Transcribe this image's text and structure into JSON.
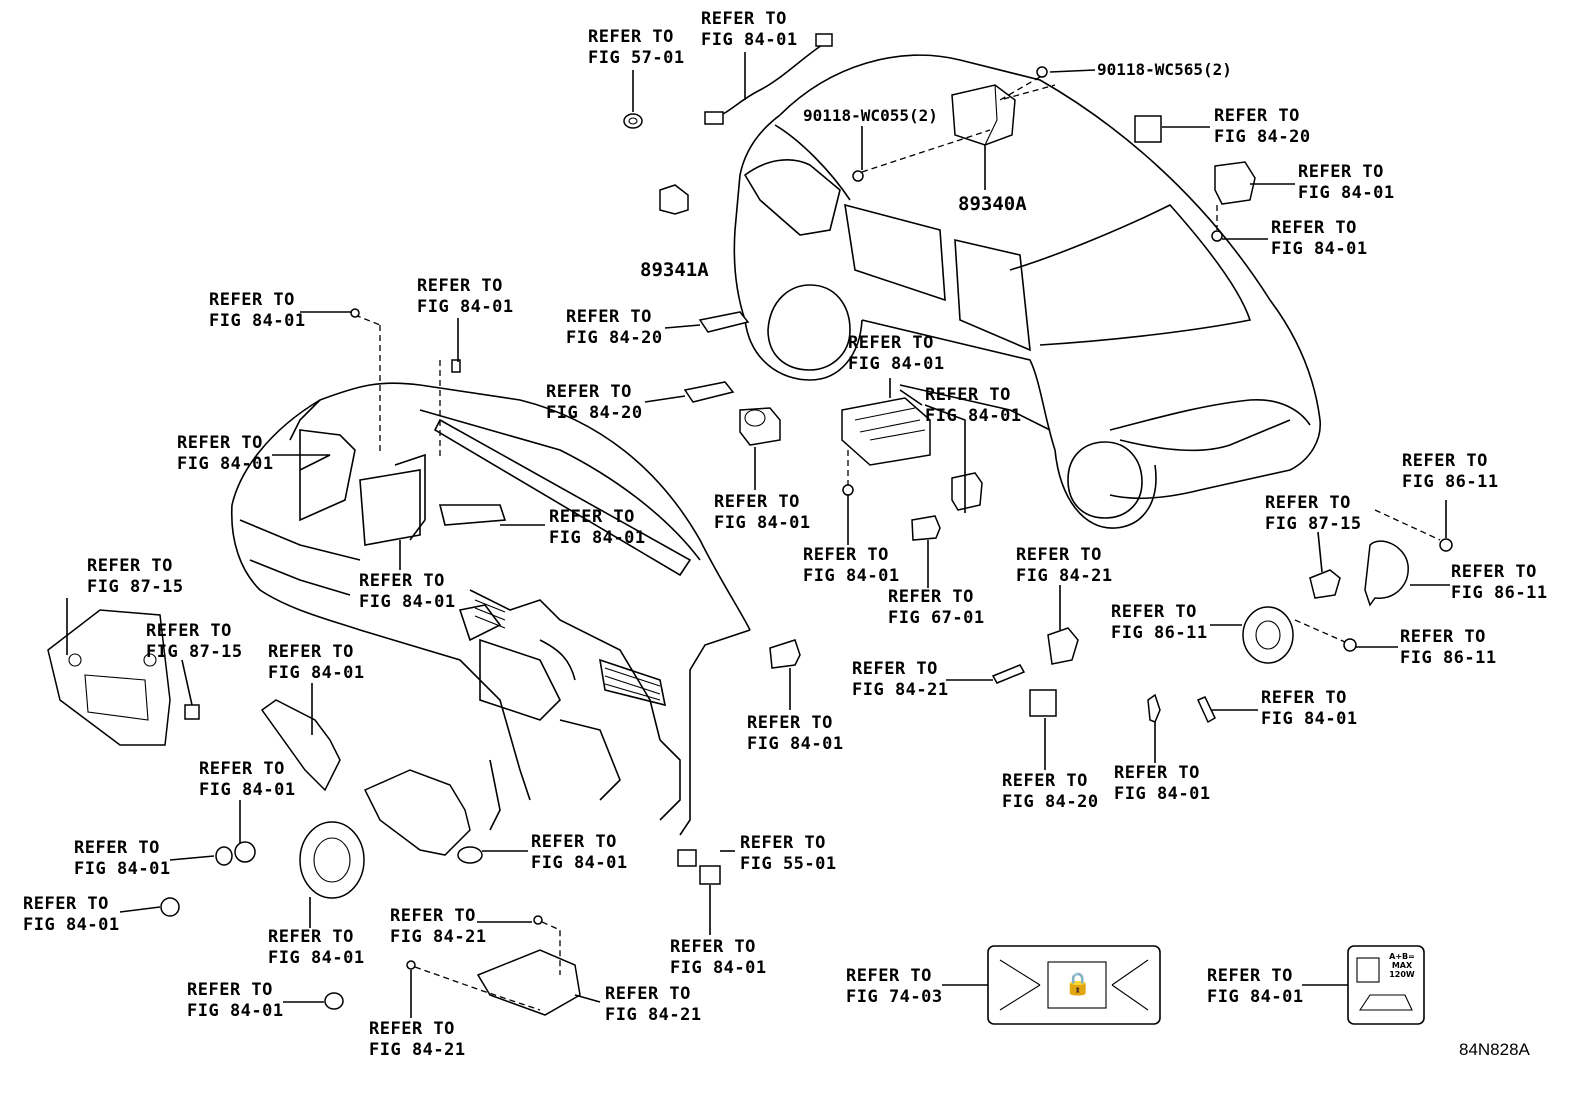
{
  "refer_to": "REFER TO",
  "figs": {
    "f5701": "FIG 57-01",
    "f8401": "FIG 84-01",
    "f8420": "FIG 84-20",
    "f8421": "FIG 84-21",
    "f8715": "FIG 87-15",
    "f8611": "FIG 86-11",
    "f6701": "FIG 67-01",
    "f5501": "FIG 55-01",
    "f7403": "FIG 74-03"
  },
  "part_numbers": {
    "bolt_upper": "90118-WC565(2)",
    "bolt_mid": "90118-WC055(2)",
    "sensor_main": "89340A",
    "sensor_side": "89341A"
  },
  "catalog_code": "84N828A",
  "label_plate_text": [
    "A+B=",
    "MAX",
    "120W"
  ]
}
